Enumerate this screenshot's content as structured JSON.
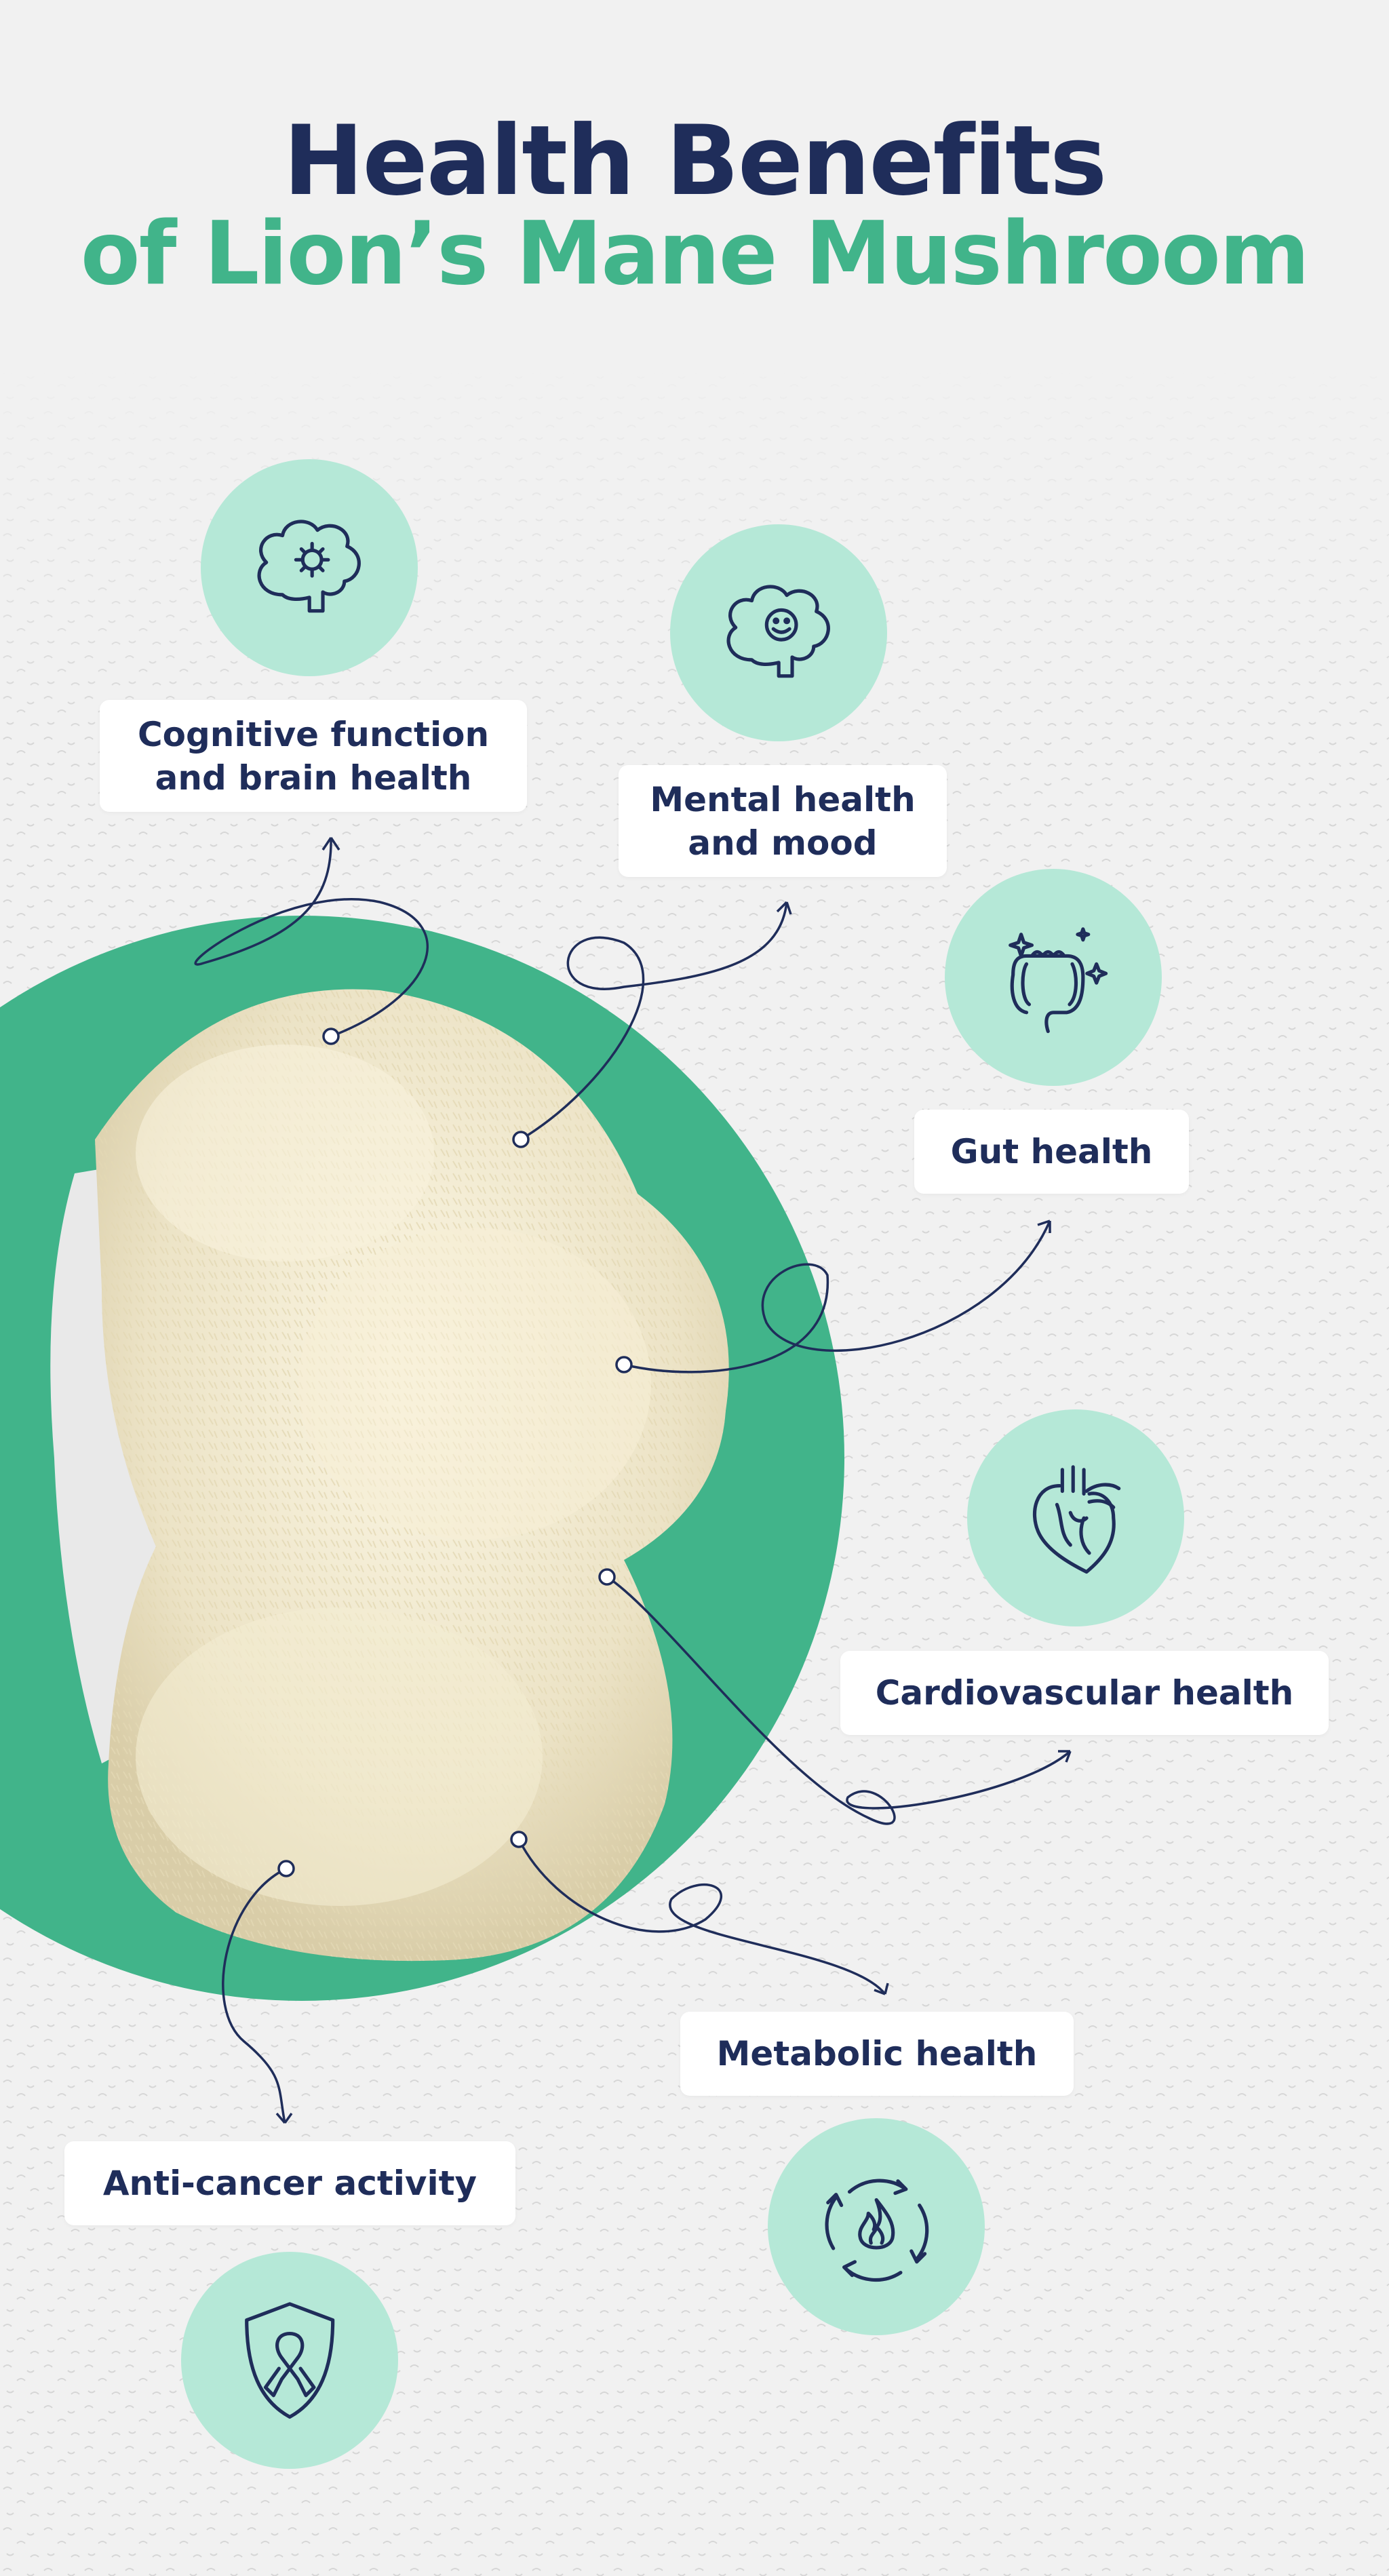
{
  "title": {
    "line1": "Health Benefits",
    "line2": "of Lion’s Mane Mushroom"
  },
  "colors": {
    "navy": "#1f2d5a",
    "green": "#41b48a",
    "mint": "#b5e8d7",
    "background": "#f1f1f1"
  },
  "benefits": [
    {
      "lines": [
        "Cognitive function",
        "and brain health"
      ],
      "icon": "brain-gear-icon"
    },
    {
      "lines": [
        "Mental health",
        "and mood"
      ],
      "icon": "brain-smile-icon"
    },
    {
      "lines": [
        "Gut health"
      ],
      "icon": "intestine-sparkle-icon"
    },
    {
      "lines": [
        "Cardiovascular health"
      ],
      "icon": "heart-icon"
    },
    {
      "lines": [
        "Metabolic health"
      ],
      "icon": "flame-cycle-icon"
    },
    {
      "lines": [
        "Anti-cancer activity"
      ],
      "icon": "ribbon-shield-icon"
    }
  ]
}
